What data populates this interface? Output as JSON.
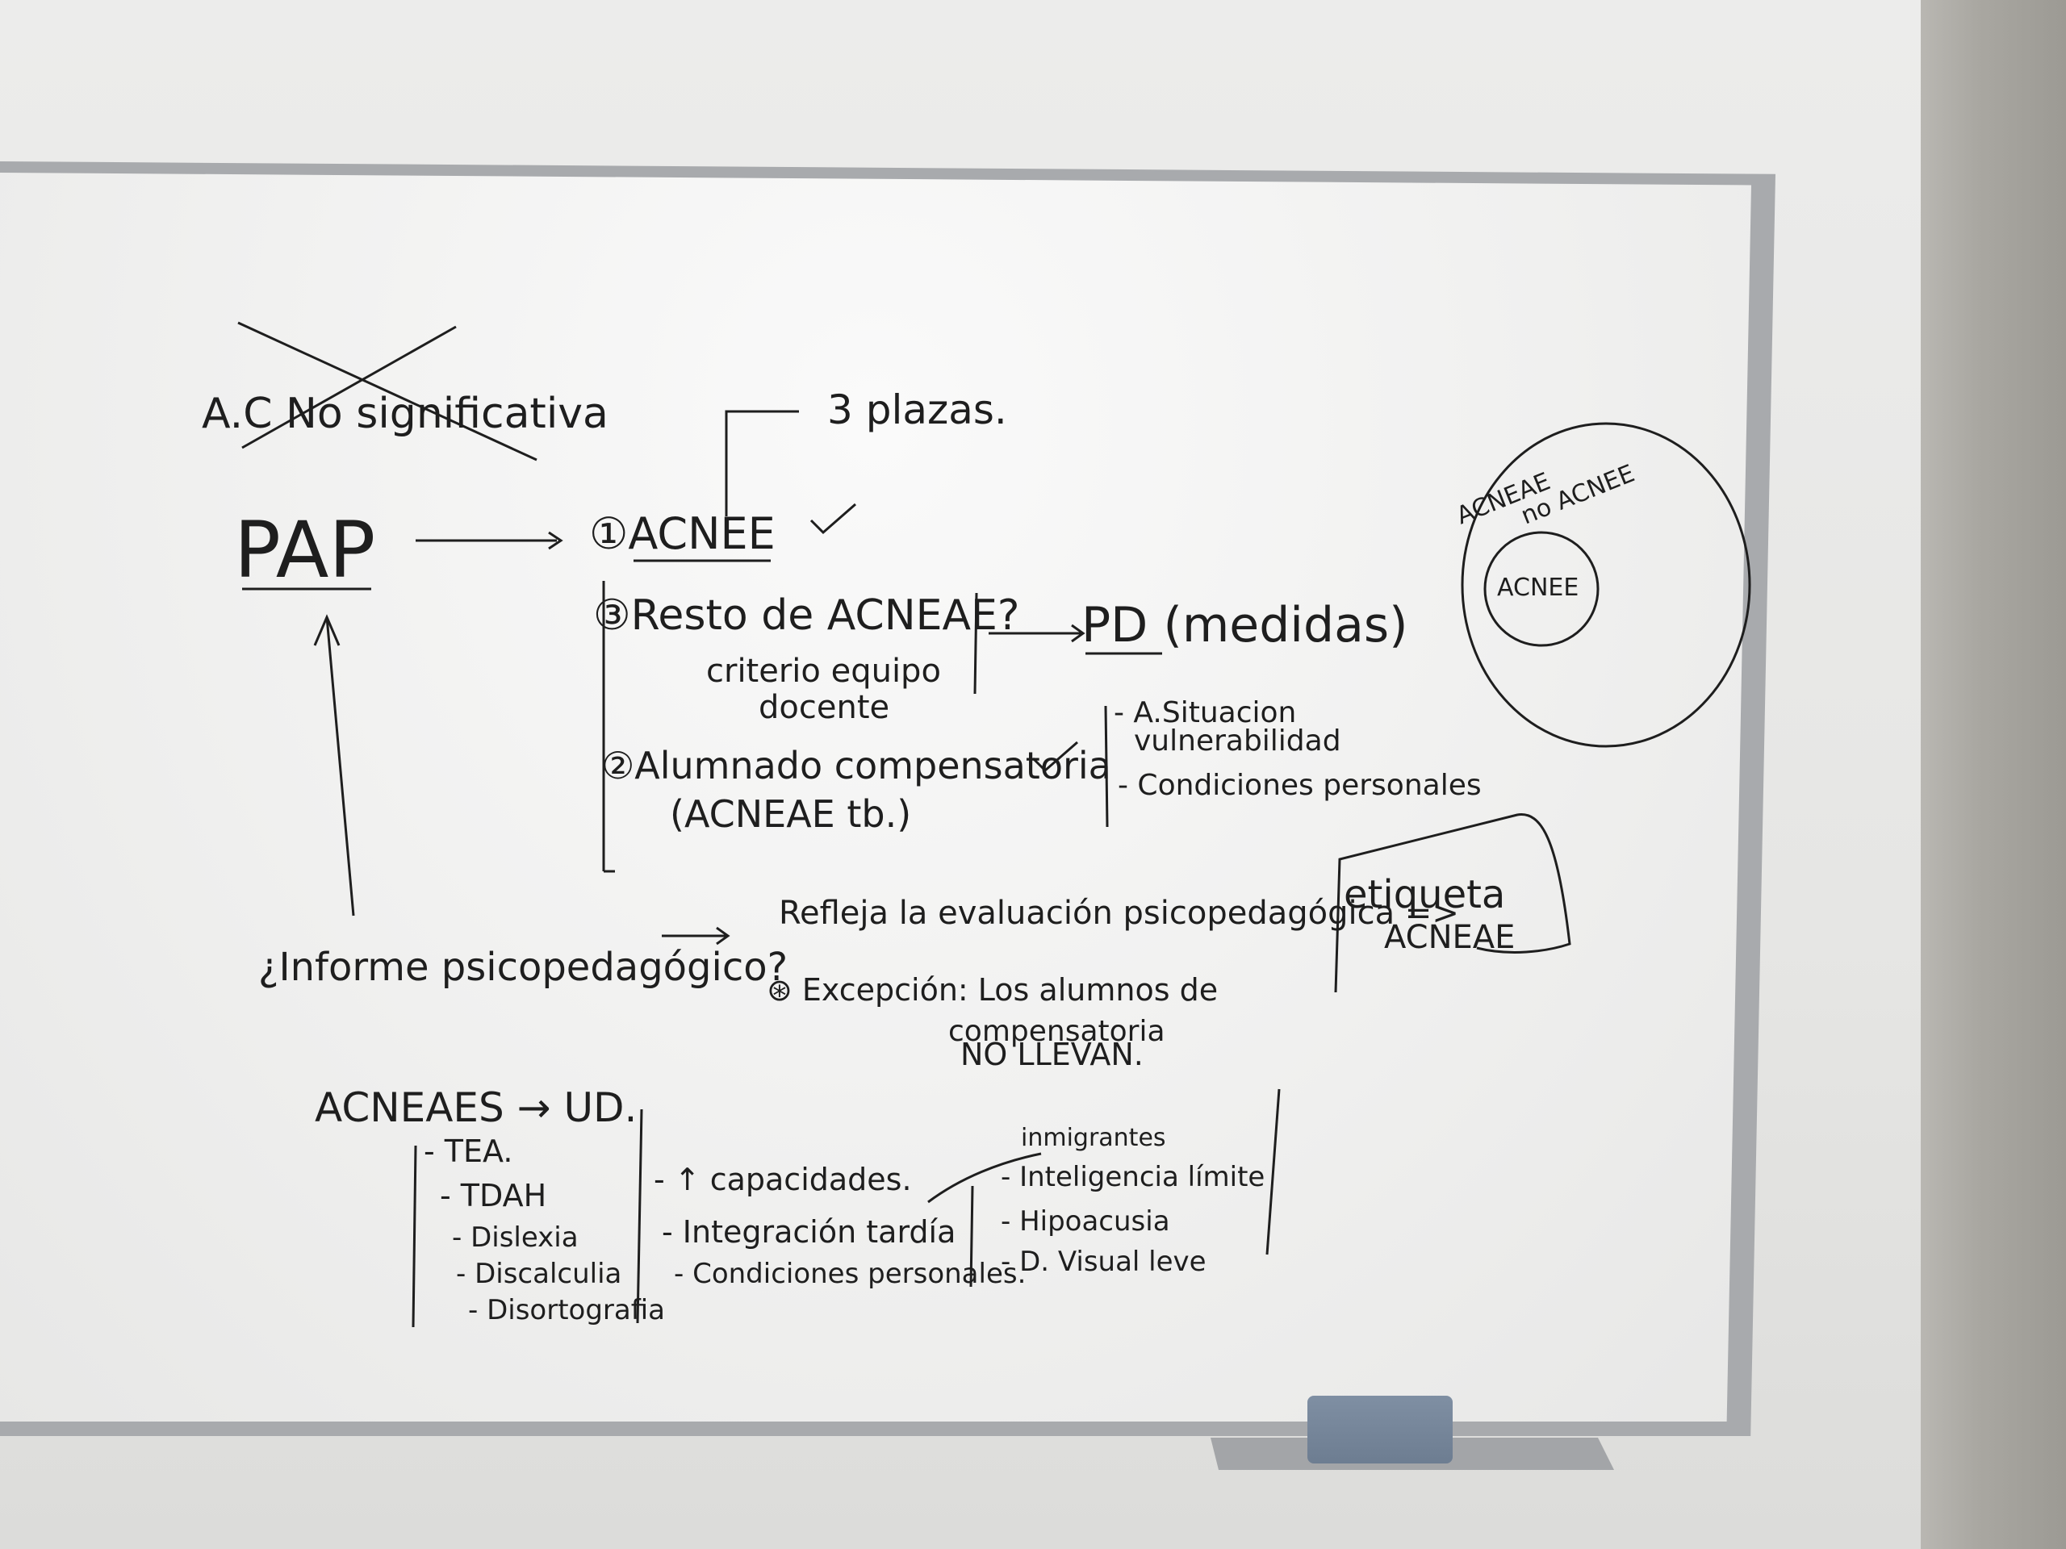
{
  "board": {
    "crossed_out": "A.C No significativa",
    "plazas": "3 plazas.",
    "pap": "PAP",
    "item1": "①ACNEE",
    "item2": "③Resto de ACNEAE?",
    "item2_sub1": "criterio equipo",
    "item2_sub2": "docente",
    "pd": "PD (medidas)",
    "item3": "②Alumnado compensatoria",
    "item3_sub": "(ACNEAE tb.)",
    "situacion1": "- A.Situacion",
    "situacion2": "vulnerabilidad",
    "condiciones": "- Condiciones personales",
    "informe": "¿Informe psicopedagógico?",
    "refleja": "Refleja la evaluación psicopedagógica =>",
    "etiqueta1": "etiqueta",
    "etiqueta2": "ACNEAE",
    "excepcion1": "⊛ Excepción: Los alumnos de",
    "excepcion2": "compensatoria",
    "excepcion3": "NO LLEVAN.",
    "acneaes": "ACNEAES → UD.",
    "list_a": [
      "- TEA.",
      "- TDAH",
      "- Dislexia",
      "- Discalculia",
      "- Disortografia"
    ],
    "list_b": [
      "- ↑ capacidades.",
      "- Integración tardía",
      "- Condiciones personales."
    ],
    "inmigrantes": "inmigrantes",
    "list_c": [
      "- Inteligencia límite",
      "- Hipoacusia",
      "- D. Visual leve"
    ],
    "circle_outer1": "ACNEAE",
    "circle_outer2": "no ACNEE",
    "circle_inner": "ACNEE"
  }
}
